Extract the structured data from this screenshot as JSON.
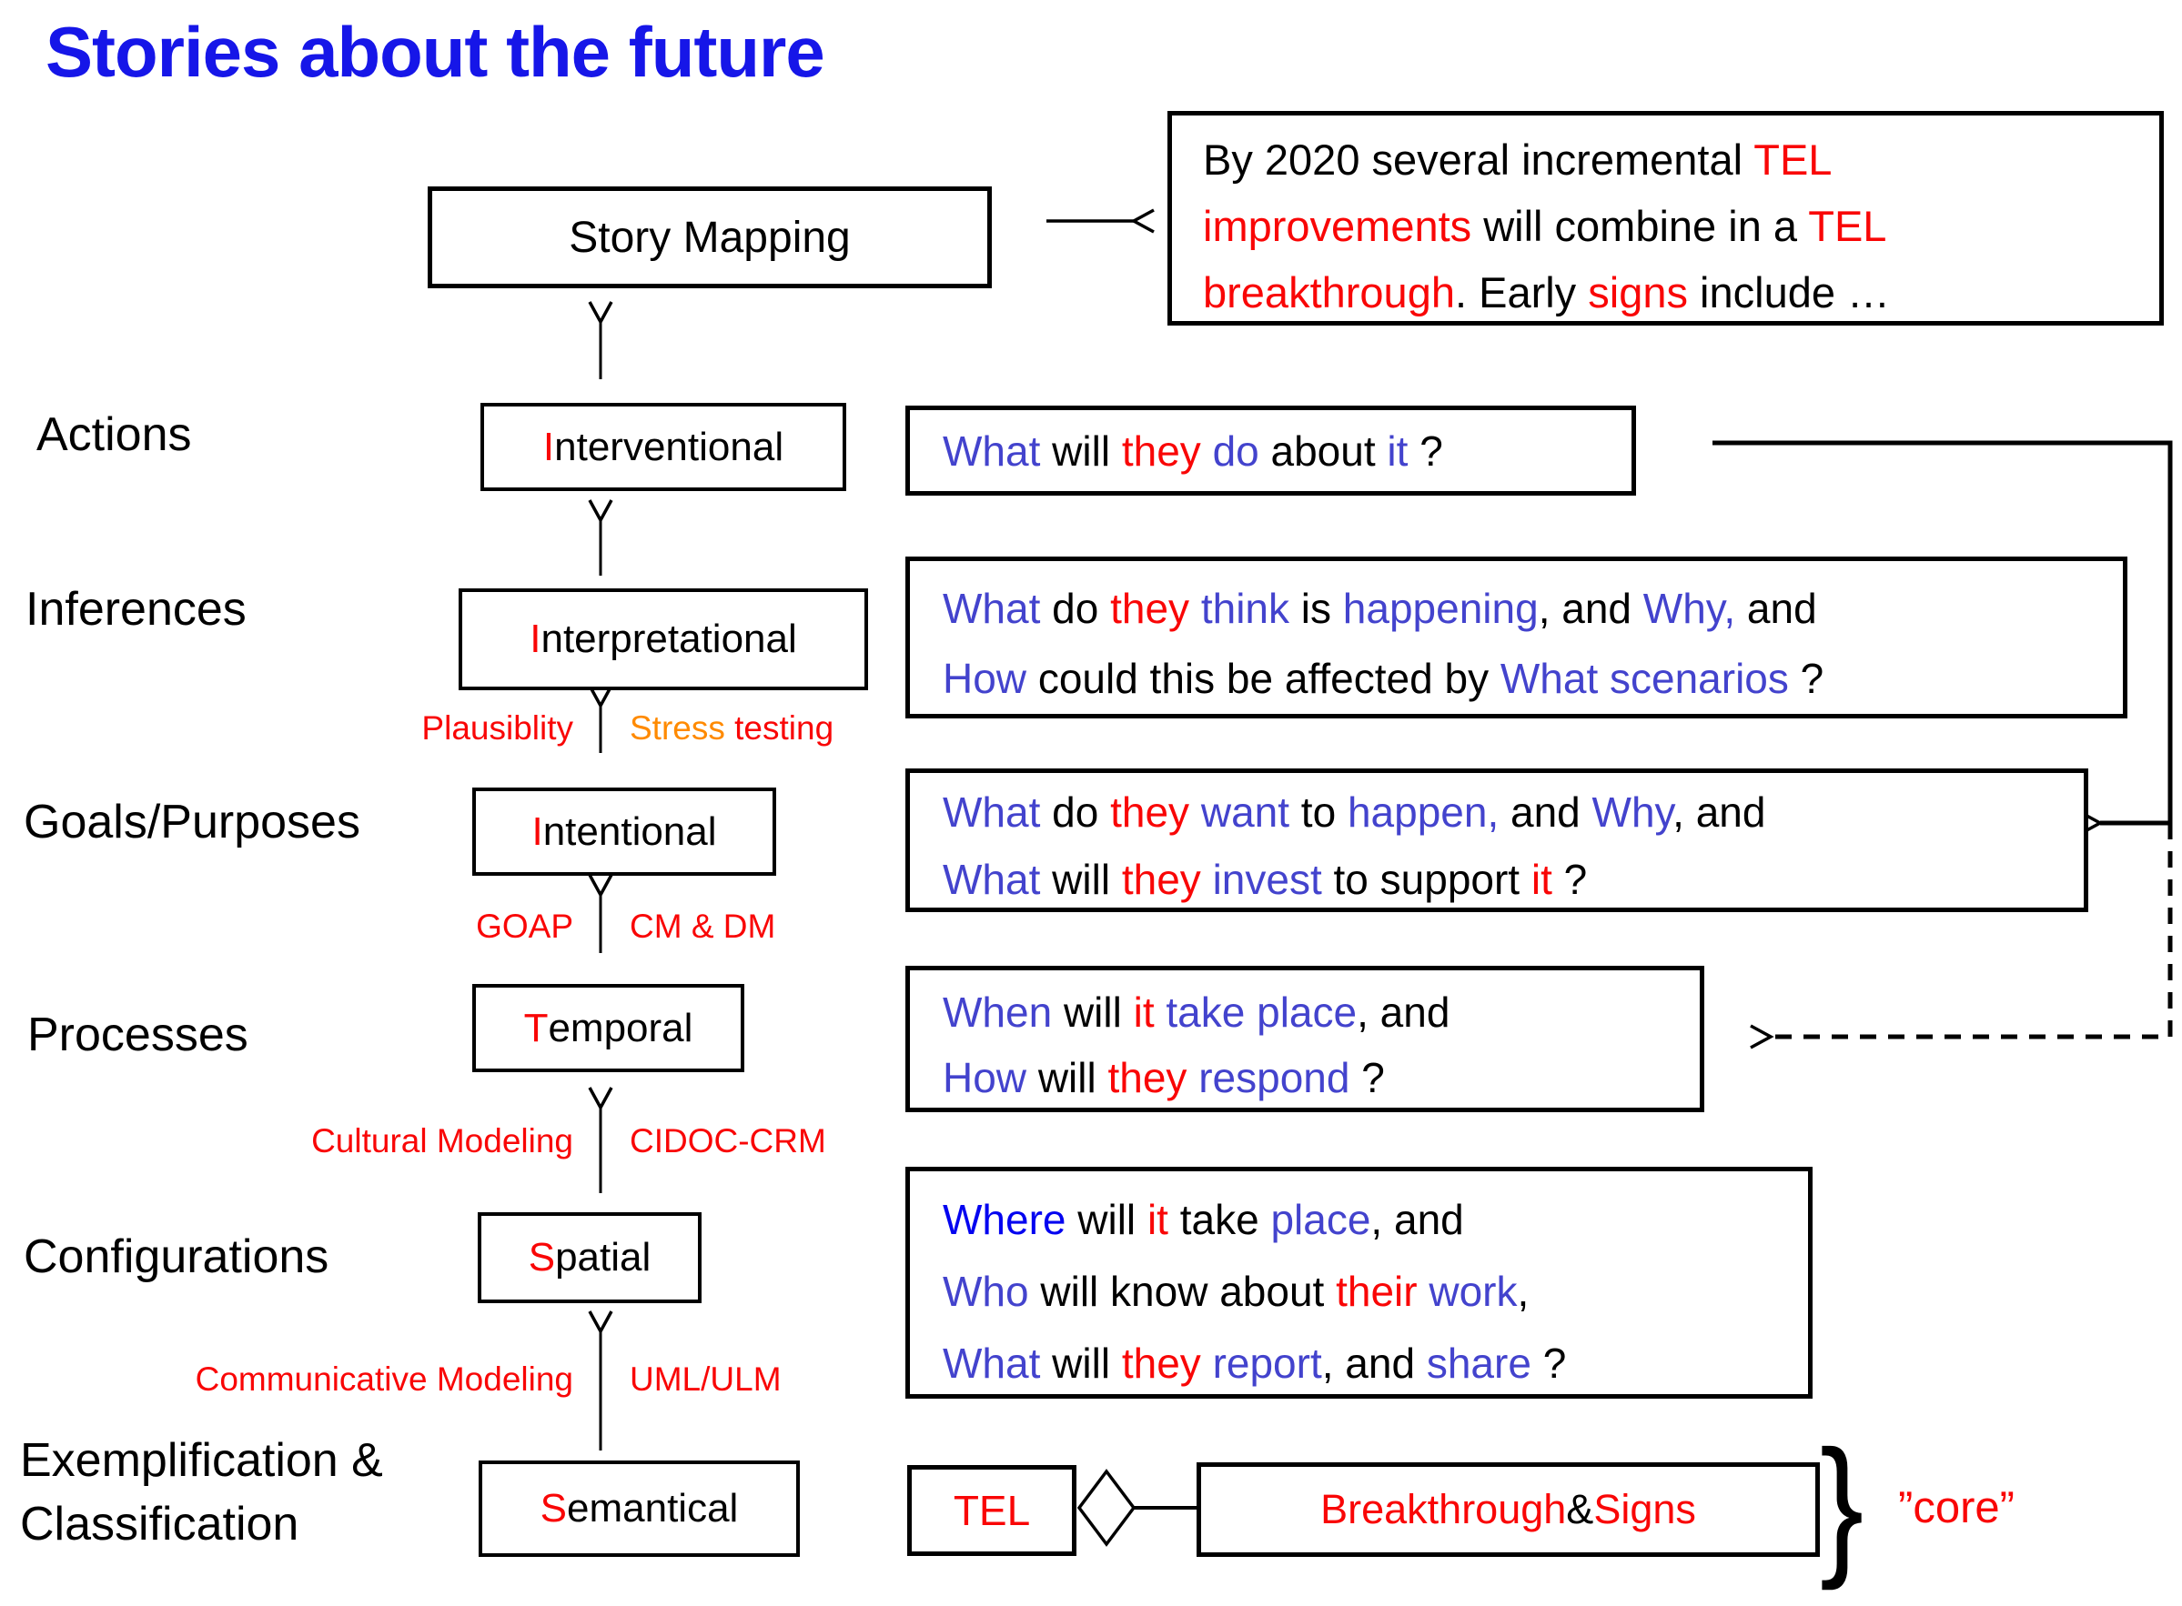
{
  "colors": {
    "black": "#000000",
    "red": "#f90606",
    "blue": "#4343cd",
    "pureblue": "#0404f0",
    "orange": "#ff8a00",
    "title": "#1616e8"
  },
  "title": "Stories about the future",
  "story_mapping": {
    "label": "Story Mapping"
  },
  "forecast": {
    "lines": [
      [
        {
          "t": "By 2020 several incremental ",
          "c": "black"
        },
        {
          "t": "TEL",
          "c": "red"
        }
      ],
      [
        {
          "t": "improvements",
          "c": "red"
        },
        {
          "t": " will combine in a ",
          "c": "black"
        },
        {
          "t": "TEL",
          "c": "red"
        }
      ],
      [
        {
          "t": "breakthrough",
          "c": "red"
        },
        {
          "t": ". Early ",
          "c": "black"
        },
        {
          "t": "signs",
          "c": "red"
        },
        {
          "t": " include …",
          "c": "black"
        }
      ]
    ]
  },
  "rows": [
    {
      "label": "Actions",
      "stage": [
        {
          "t": "I",
          "c": "red"
        },
        {
          "t": "nterventional",
          "c": "black"
        }
      ],
      "lines": [
        [
          {
            "t": "What ",
            "c": "blue"
          },
          {
            "t": "will ",
            "c": "black"
          },
          {
            "t": "they ",
            "c": "red"
          },
          {
            "t": "do ",
            "c": "blue"
          },
          {
            "t": "about ",
            "c": "black"
          },
          {
            "t": "it ",
            "c": "blue"
          },
          {
            "t": "?",
            "c": "black"
          }
        ]
      ]
    },
    {
      "label": "Inferences",
      "stage": [
        {
          "t": "I",
          "c": "red"
        },
        {
          "t": "nterpretational",
          "c": "black"
        }
      ],
      "lines": [
        [
          {
            "t": "What ",
            "c": "blue"
          },
          {
            "t": "do ",
            "c": "black"
          },
          {
            "t": "they ",
            "c": "red"
          },
          {
            "t": "think ",
            "c": "blue"
          },
          {
            "t": "is ",
            "c": "black"
          },
          {
            "t": "happening",
            "c": "blue"
          },
          {
            "t": ", and ",
            "c": "black"
          },
          {
            "t": "Why,",
            "c": "blue"
          },
          {
            "t": " and",
            "c": "black"
          }
        ],
        [
          {
            "t": "How ",
            "c": "blue"
          },
          {
            "t": "could this be affected by ",
            "c": "black"
          },
          {
            "t": "What scenarios ",
            "c": "blue"
          },
          {
            "t": "?",
            "c": "black"
          }
        ]
      ]
    },
    {
      "label": "Goals/Purposes",
      "stage": [
        {
          "t": "I",
          "c": "red"
        },
        {
          "t": "ntentional",
          "c": "black"
        }
      ],
      "lines": [
        [
          {
            "t": "What ",
            "c": "blue"
          },
          {
            "t": "do ",
            "c": "black"
          },
          {
            "t": "they ",
            "c": "red"
          },
          {
            "t": "want ",
            "c": "blue"
          },
          {
            "t": "to ",
            "c": "black"
          },
          {
            "t": "happen,",
            "c": "blue"
          },
          {
            "t": " and ",
            "c": "black"
          },
          {
            "t": "Why",
            "c": "blue"
          },
          {
            "t": ", and",
            "c": "black"
          }
        ],
        [
          {
            "t": "What ",
            "c": "blue"
          },
          {
            "t": "will ",
            "c": "black"
          },
          {
            "t": "they ",
            "c": "red"
          },
          {
            "t": "invest ",
            "c": "blue"
          },
          {
            "t": "to support ",
            "c": "black"
          },
          {
            "t": "it ",
            "c": "red"
          },
          {
            "t": "?",
            "c": "black"
          }
        ]
      ]
    },
    {
      "label": "Processes",
      "stage": [
        {
          "t": "T",
          "c": "red"
        },
        {
          "t": "emporal",
          "c": "black"
        }
      ],
      "lines": [
        [
          {
            "t": "When ",
            "c": "blue"
          },
          {
            "t": "will ",
            "c": "black"
          },
          {
            "t": "it ",
            "c": "red"
          },
          {
            "t": "take place",
            "c": "blue"
          },
          {
            "t": ", and",
            "c": "black"
          }
        ],
        [
          {
            "t": "How ",
            "c": "blue"
          },
          {
            "t": "will ",
            "c": "black"
          },
          {
            "t": "they ",
            "c": "red"
          },
          {
            "t": "respond ",
            "c": "blue"
          },
          {
            "t": "?",
            "c": "black"
          }
        ]
      ]
    },
    {
      "label": "Configurations",
      "stage": [
        {
          "t": "S",
          "c": "red"
        },
        {
          "t": "patial",
          "c": "black"
        }
      ],
      "lines": [
        [
          {
            "t": "Where ",
            "c": "pureblue"
          },
          {
            "t": "will ",
            "c": "black"
          },
          {
            "t": "it ",
            "c": "red"
          },
          {
            "t": "take ",
            "c": "black"
          },
          {
            "t": "place",
            "c": "blue"
          },
          {
            "t": ", and",
            "c": "black"
          }
        ],
        [
          {
            "t": "Who ",
            "c": "blue"
          },
          {
            "t": " will know about ",
            "c": "black"
          },
          {
            "t": "their ",
            "c": "red"
          },
          {
            "t": "work",
            "c": "blue"
          },
          {
            "t": ",",
            "c": "black"
          }
        ],
        [
          {
            "t": "What ",
            "c": "blue"
          },
          {
            "t": "will ",
            "c": "black"
          },
          {
            "t": "they ",
            "c": "red"
          },
          {
            "t": "report",
            "c": "blue"
          },
          {
            "t": ", and ",
            "c": "black"
          },
          {
            "t": "share ",
            "c": "blue"
          },
          {
            "t": "?",
            "c": "black"
          }
        ]
      ]
    },
    {
      "label": "Exemplification &",
      "label2": "Classification",
      "stage": [
        {
          "t": "S",
          "c": "red"
        },
        {
          "t": "emantical",
          "c": "black"
        }
      ],
      "lines": []
    }
  ],
  "ladder": [
    {
      "left": [
        {
          "t": "Plausiblity",
          "c": "red"
        }
      ],
      "right": [
        {
          "t": "Stress",
          "c": "orange"
        },
        {
          "t": " testing",
          "c": "red"
        }
      ]
    },
    {
      "left": [
        {
          "t": "GOAP",
          "c": "red"
        }
      ],
      "right": [
        {
          "t": "CM & DM",
          "c": "red"
        }
      ]
    },
    {
      "left": [
        {
          "t": "Cultural Modeling",
          "c": "red"
        }
      ],
      "right": [
        {
          "t": "CIDOC-CRM",
          "c": "red"
        }
      ]
    },
    {
      "left": [
        {
          "t": "Communicative Modeling",
          "c": "red"
        }
      ],
      "right": [
        {
          "t": "UML/ULM",
          "c": "red"
        }
      ]
    }
  ],
  "bottom": {
    "tel": [
      {
        "t": "TEL",
        "c": "red"
      }
    ],
    "composite": [
      {
        "t": "Breakthrough ",
        "c": "red"
      },
      {
        "t": "& ",
        "c": "black"
      },
      {
        "t": "Signs",
        "c": "red"
      }
    ],
    "brace": "}",
    "core": "”core”"
  }
}
